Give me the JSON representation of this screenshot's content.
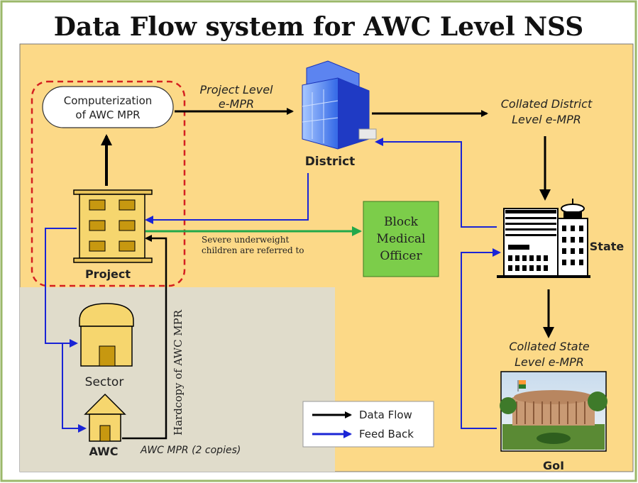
{
  "title": "Data Flow system for AWC Level NSS",
  "nodes": {
    "computerization_line1": "Computerization",
    "computerization_line2": "of AWC MPR",
    "district": "District",
    "state": "State",
    "project": "Project",
    "sector": "Sector",
    "awc": "AWC",
    "goi": "GoI",
    "bmo_line1": "Block",
    "bmo_line2": "Medical",
    "bmo_line3": "Officer"
  },
  "flow_labels": {
    "project_emprs_line1": "Project Level",
    "project_emprs_line2": "e-MPR",
    "collated_district_line1": "Collated District",
    "collated_district_line2": "Level e-MPR",
    "collated_state_line1": "Collated State",
    "collated_state_line2": "Level e-MPR",
    "severe_line1": "Severe underweight",
    "severe_line2": "children are referred to",
    "hardcopy": "Hardcopy of AWC MPR",
    "awc_mpr_copies": "AWC MPR (2 copies)"
  },
  "legend": {
    "data_flow": "Data Flow",
    "feed_back": "Feed Back"
  },
  "colors": {
    "background_panel": "#fcd987",
    "lower_panel": "#e0dccb",
    "data_flow_arrow": "#000000",
    "feed_back_arrow": "#1a24d6",
    "referral_arrow": "#22a84a",
    "project_boundary": "#d42020",
    "bmo_box": "#7ccd4a",
    "building": "#f6d66e"
  }
}
